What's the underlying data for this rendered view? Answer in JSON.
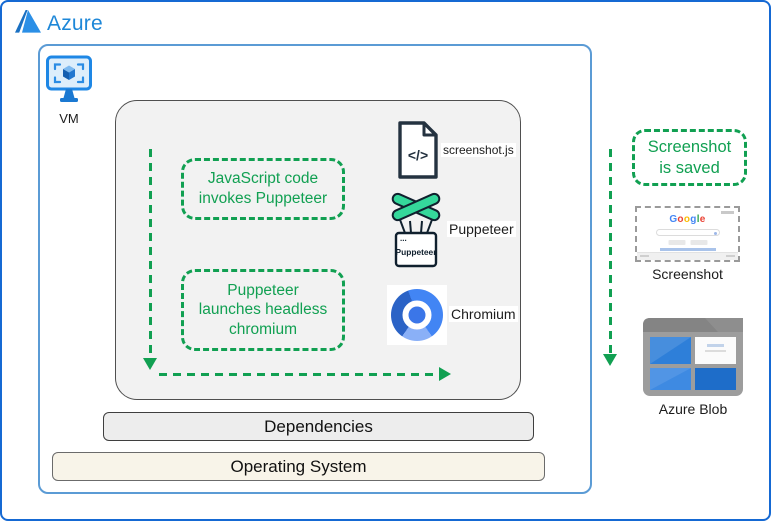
{
  "brand": {
    "name": "Azure"
  },
  "vm_box": {
    "vm_label": "VM"
  },
  "flow": {
    "step1_lines": [
      "JavaScript code",
      "invokes Puppeteer"
    ],
    "step2_lines": [
      "Puppeteer",
      "launches headless",
      "chromium"
    ]
  },
  "components": {
    "code_file_label": "screenshot.js",
    "code_glyph": "</>",
    "puppeteer_label": "Puppeteer",
    "puppeteer_box_text": "Puppeteer",
    "puppeteer_box_dots": "...",
    "chromium_label": "Chromium"
  },
  "layers": {
    "dependencies_label": "Dependencies",
    "os_label": "Operating System"
  },
  "output": {
    "note_lines": [
      "Screenshot",
      "is saved"
    ],
    "screenshot_caption": "Screenshot",
    "blob_caption": "Azure Blob",
    "google_logo_letters": [
      {
        "ch": "G",
        "color": "#4285F4"
      },
      {
        "ch": "o",
        "color": "#EA4335"
      },
      {
        "ch": "o",
        "color": "#FBBC05"
      },
      {
        "ch": "g",
        "color": "#4285F4"
      },
      {
        "ch": "l",
        "color": "#34A853"
      },
      {
        "ch": "e",
        "color": "#EA4335"
      }
    ]
  },
  "colors": {
    "accent_green": "#11a052",
    "page_border_blue": "#1569d3",
    "vm_box_border_blue": "#5b9bd5",
    "azure_text_blue": "#1d87d8"
  }
}
